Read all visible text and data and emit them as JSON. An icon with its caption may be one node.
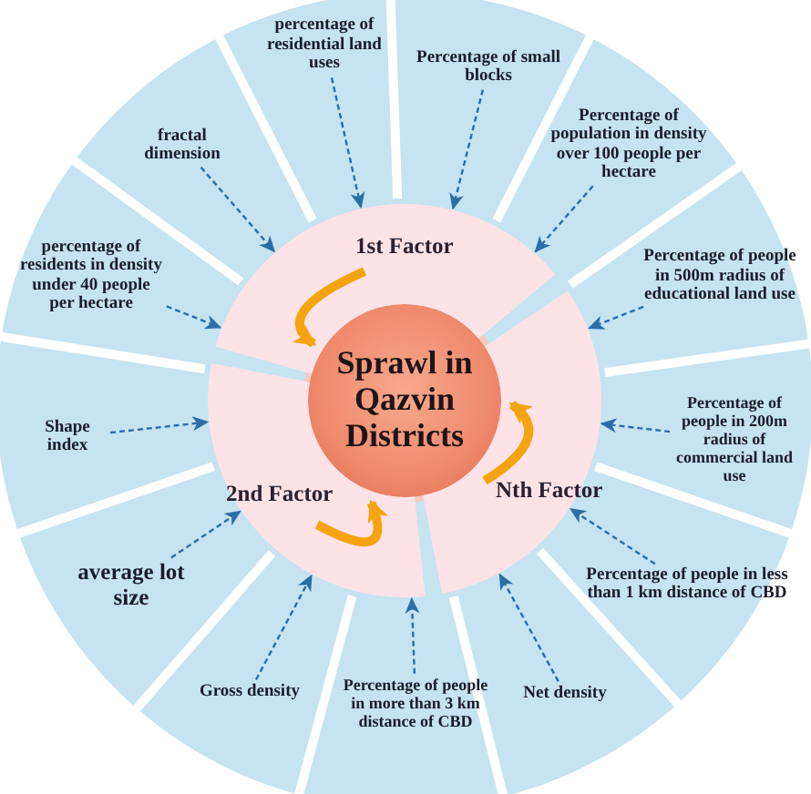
{
  "diagram": {
    "nodes": [
      {
        "text": [
          "Sprawl in Qazvin Districts"
        ]
      },
      {
        "text": [
          "1st Factor"
        ]
      },
      {
        "text": [
          "2nd Factor"
        ]
      },
      {
        "text": [
          "Nth Factor"
        ]
      },
      {
        "text": [
          "percentage of residential land uses"
        ]
      },
      {
        "text": [
          "Percentage of small blocks"
        ]
      },
      {
        "text": [
          "fractal dimension"
        ]
      },
      {
        "text": [
          "Percentage of population in density over 100 people per hectare"
        ]
      },
      {
        "text": [
          "percentage of residents in density under 40 people per hectare"
        ]
      },
      {
        "text": [
          "Percentage of people in 500m radius of educational land use"
        ]
      },
      {
        "text": [
          "Shape index"
        ]
      },
      {
        "text": [
          "Percentage of people in 200m radius of commercial land use"
        ]
      },
      {
        "text": [
          "average lot size"
        ]
      },
      {
        "text": [
          "Percentage of people in less than 1 km distance of CBD"
        ]
      },
      {
        "text": [
          "Gross density"
        ]
      },
      {
        "text": [
          "Percentage of people in more than 3 km distance of CBD"
        ]
      },
      {
        "text": [
          "Net density"
        ]
      }
    ],
    "edges": [
      {
        "from": 1,
        "to": 0,
        "arrow": "to",
        "style": "thick",
        "color": "#f5a40f"
      },
      {
        "from": 2,
        "to": 0,
        "arrow": "to",
        "style": "thick",
        "color": "#f5a40f"
      },
      {
        "from": 3,
        "to": 0,
        "arrow": "to",
        "style": "thick",
        "color": "#f5a40f"
      },
      {
        "from": 4,
        "to": 1,
        "arrow": "to",
        "style": "dashed"
      },
      {
        "from": 5,
        "to": 1,
        "arrow": "to",
        "style": "dashed"
      },
      {
        "from": 6,
        "to": 1,
        "arrow": "to",
        "style": "dashed"
      },
      {
        "from": 7,
        "to": 1,
        "arrow": "to",
        "style": "dashed"
      },
      {
        "from": 8,
        "to": 1,
        "arrow": "to",
        "style": "dashed"
      },
      {
        "from": 9,
        "to": 3,
        "arrow": "to",
        "style": "dashed"
      },
      {
        "from": 10,
        "to": 2,
        "arrow": "to",
        "style": "dashed"
      },
      {
        "from": 11,
        "to": 3,
        "arrow": "to",
        "style": "dashed"
      },
      {
        "from": 12,
        "to": 2,
        "arrow": "to",
        "style": "dashed"
      },
      {
        "from": 13,
        "to": 3,
        "arrow": "to",
        "style": "dashed"
      },
      {
        "from": 14,
        "to": 2,
        "arrow": "to",
        "style": "dashed"
      },
      {
        "from": 15,
        "to": 2,
        "arrow": "to",
        "style": "dashed"
      },
      {
        "from": 16,
        "to": 3,
        "arrow": "to",
        "style": "dashed"
      }
    ]
  }
}
